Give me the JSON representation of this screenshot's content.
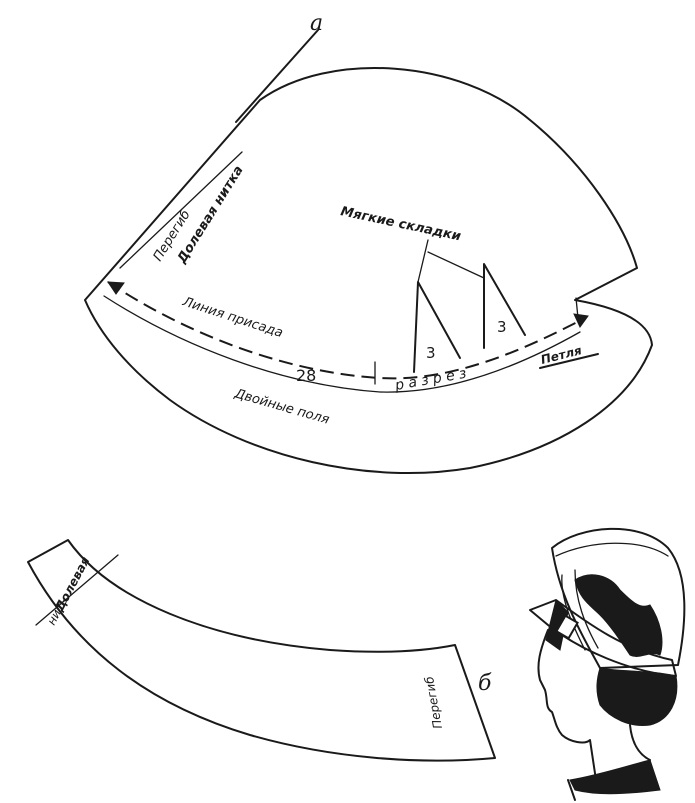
{
  "labels": {
    "fig_a": "а",
    "fig_b": "б",
    "peregib_top": "Перегиб",
    "dolevaya_nitka": "Долевая нитка",
    "myagkie_skladki": "Мягкие складки",
    "liniya_prisada": "Линия присада",
    "num_28": "28",
    "num_3_left": "3",
    "num_3_right": "3",
    "razrez": "р а з р е з",
    "petlya": "Петля",
    "dvoynye_polya": "Двойные поля",
    "dolevaya_nit_lower_1": "Долевая",
    "dolevaya_nit_lower_2": "нить",
    "peregib_lower": "Перегиб"
  },
  "colors": {
    "ink": "#1a1a1a",
    "paper": "#ffffff"
  }
}
